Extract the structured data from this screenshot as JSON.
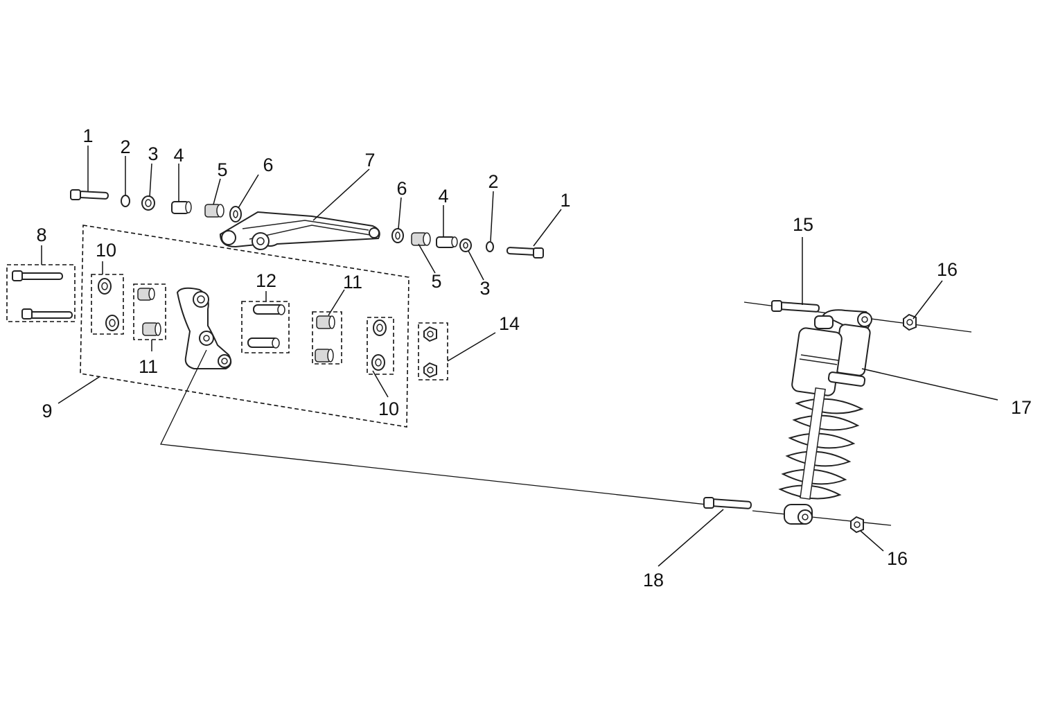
{
  "callouts": {
    "c1a": "1",
    "c2a": "2",
    "c3a": "3",
    "c4a": "4",
    "c5a": "5",
    "c6a": "6",
    "c7": "7",
    "c6b": "6",
    "c4b": "4",
    "c2b": "2",
    "c1b": "1",
    "c5b": "5",
    "c3b": "3",
    "c8": "8",
    "c10a": "10",
    "c12": "12",
    "c11a": "11",
    "c11b": "11",
    "c14": "14",
    "c9": "9",
    "c10b": "10",
    "c15": "15",
    "c16a": "16",
    "c17": "17",
    "c18": "18",
    "c16b": "16"
  },
  "colors": {
    "line": "#111111",
    "background": "#ffffff"
  }
}
